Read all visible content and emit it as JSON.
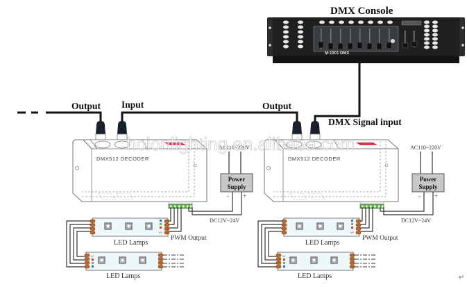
{
  "title": "DMX512 Decoder Wiring Diagram",
  "console": {
    "label": "DMX Console",
    "model_text": "M-1901   DMX"
  },
  "cables": {
    "left_output_label": "Output",
    "left_input_label": "Input",
    "right_output_label": "Output",
    "dmx_signal_label": "DMX Signal input"
  },
  "units": [
    {
      "decoder_label": "DMX512  DECODER",
      "ac_label": "AC110~220V",
      "psu_line1": "Power",
      "psu_line2": "Supply",
      "minus": "-",
      "plus": "+",
      "dc_label": "DC12V~24V",
      "pwm_label": "PWM Output",
      "led1_label": "LED Lamps",
      "led2_label": "LED Lamps",
      "led_pins": [
        "B",
        "G",
        "R",
        "V+"
      ]
    },
    {
      "decoder_label": "DMX512  DECODER",
      "ac_label": "AC110~220V",
      "psu_line1": "Power",
      "psu_line2": "Supply",
      "minus": "-",
      "plus": "+",
      "dc_label": "DC12V~24V",
      "pwm_label": "PWM Output",
      "led1_label": "LED Lamps",
      "led2_label": "LED Lamps",
      "led_pins": [
        "B",
        "G",
        "R",
        "V+"
      ]
    }
  ],
  "watermark": "hoionlighting.en.alibaba.com",
  "colors": {
    "led_red": "#e0304a",
    "led_green": "#5bbf4a",
    "led_blue": "#3a5fd8",
    "terminal_green": "#5fae4a",
    "pad_brown": "#b9652b",
    "console_body": "#1e2022"
  },
  "return_mark": "↵"
}
